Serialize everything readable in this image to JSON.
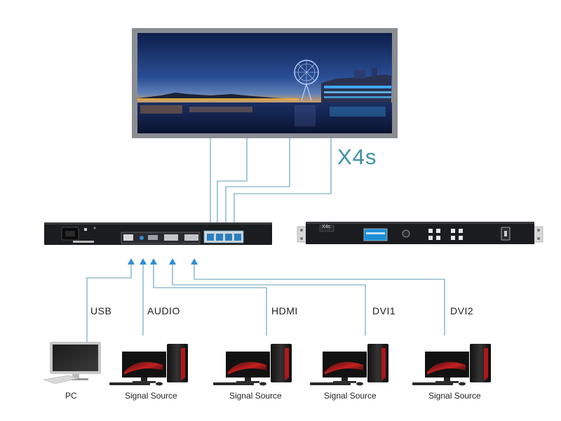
{
  "model": "X4s",
  "front_panel_badge": "X4s",
  "ports": [
    {
      "label": "USB"
    },
    {
      "label": "AUDIO"
    },
    {
      "label": "HDMI"
    },
    {
      "label": "DVI1"
    },
    {
      "label": "DVI2"
    }
  ],
  "devices": [
    {
      "label": "PC",
      "icon": "monitor-icon"
    },
    {
      "label": "Signal Source",
      "icon": "desktop-pc-icon"
    },
    {
      "label": "Signal Source",
      "icon": "desktop-pc-icon"
    },
    {
      "label": "Signal Source",
      "icon": "desktop-pc-icon"
    },
    {
      "label": "Signal Source",
      "icon": "desktop-pc-icon"
    }
  ],
  "colors": {
    "cable": "#5f9fb8",
    "arrow": "#2f8fd2",
    "device_body": "#1c1c1c",
    "accent_red": "#b01818",
    "model_text": "#3f8fa8"
  }
}
